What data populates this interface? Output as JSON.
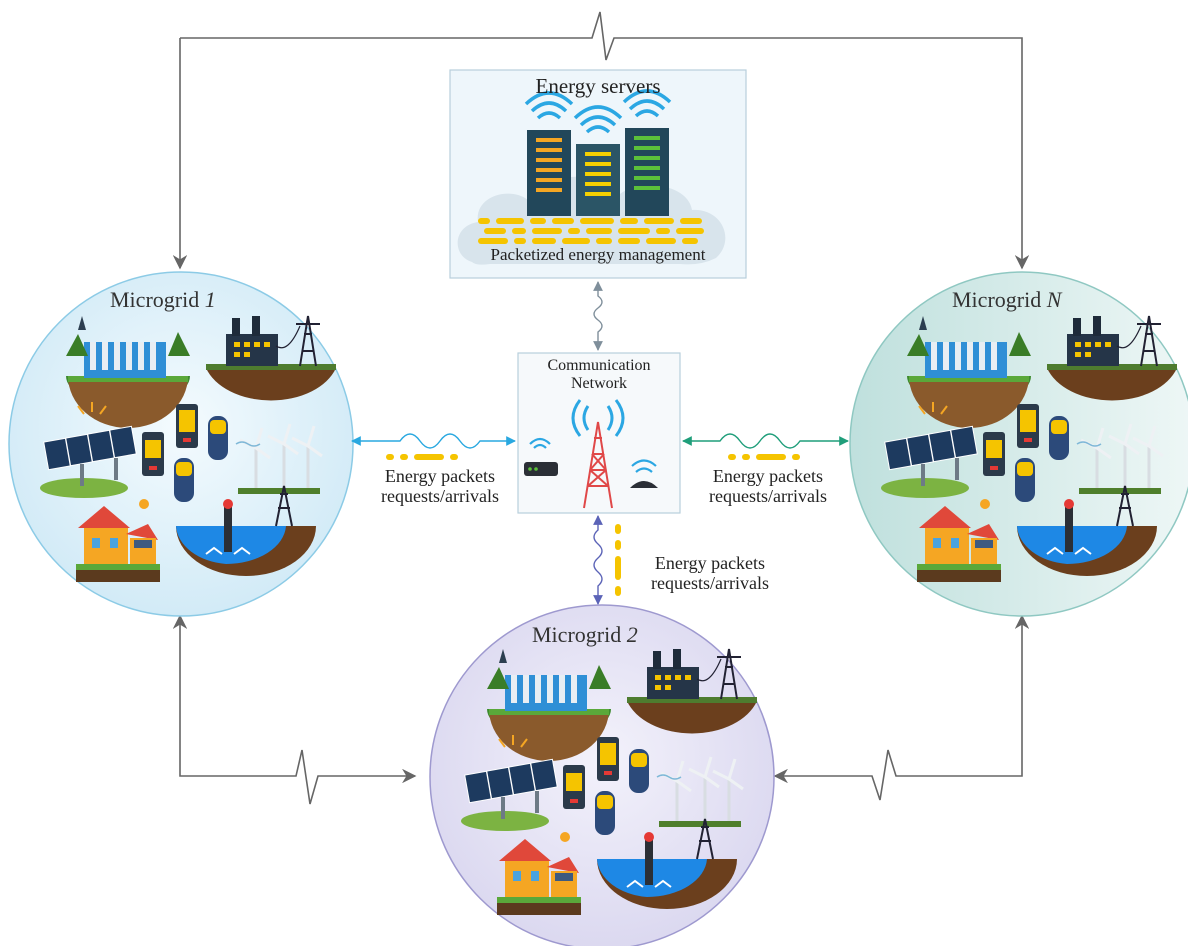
{
  "servers": {
    "title": "Energy servers",
    "caption": "Packetized energy management"
  },
  "network": {
    "title_line1": "Communication",
    "title_line2": "Network"
  },
  "microgrids": [
    {
      "prefix": "Microgrid ",
      "index": "1"
    },
    {
      "prefix": "Microgrid ",
      "index": "2"
    },
    {
      "prefix": "Microgrid ",
      "index": "N"
    }
  ],
  "links": {
    "left": {
      "line1": "Energy packets",
      "line2": "requests/arrivals"
    },
    "right": {
      "line1": "Energy packets",
      "line2": "requests/arrivals"
    },
    "bottom": {
      "line1": "Energy packets",
      "line2": "requests/arrivals"
    }
  },
  "colors": {
    "microgrid_1": "#dff1f9",
    "microgrid_2": "#e6e4f4",
    "microgrid_N": "#dcefee",
    "packet": "#f5c400",
    "link_left": "#29a8e0",
    "link_right": "#1f9e7a",
    "link_bottom": "#5b63b7",
    "link_top": "#8a9aa6",
    "control_line": "#666666"
  },
  "icons": [
    "server-rack-icon",
    "wifi-icon",
    "cell-tower-icon",
    "router-icon",
    "hydro-dam-icon",
    "factory-icon",
    "solar-panel-icon",
    "battery-icon",
    "hydrogen-tank-icon",
    "wind-turbine-icon",
    "house-icon",
    "tidal-turbine-icon",
    "power-pylon-icon"
  ]
}
